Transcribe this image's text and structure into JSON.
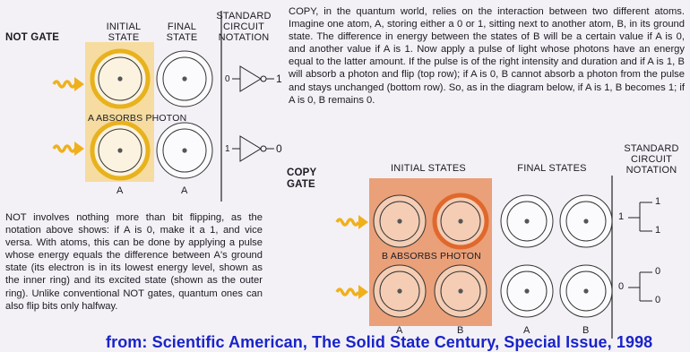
{
  "not_gate": {
    "title": "NOT GATE",
    "col_initial": "INITIAL STATE",
    "col_final": "FINAL STATE",
    "col_notation": "STANDARD CIRCUIT NOTATION",
    "caption": "A ABSORBS PHOTON",
    "row1_in": "0",
    "row1_out": "1",
    "row2_in": "1",
    "row2_out": "0",
    "label_a1": "A",
    "label_a2": "A"
  },
  "not_paragraph": "NOT involves nothing more than bit flipping, as the notation above shows: if A is 0, make it a 1, and vice versa. With atoms, this can be done by applying a pulse whose energy equals the difference between A's ground state (its electron is in its lowest energy level, shown as the inner ring) and its excited state (shown as the outer ring). Unlike conventional NOT gates, quantum ones can also flip bits only halfway.",
  "copy_paragraph": "COPY, in the quantum world, relies on the interaction between two different atoms. Imagine one atom, A, storing either a 0 or 1, sitting next to another atom, B, in its ground state. The difference in energy between the states of B will be a certain value if A is 0, and another value if A is 1. Now apply a pulse of light whose photons have an energy equal to the latter amount. If the pulse is of the right intensity and duration and if A is 1, B will absorb a photon and flip (top row); if A is 0, B cannot absorb a photon from the pulse and stays unchanged (bottom row). So, as in the diagram below, if A is 1, B becomes 1; if A is 0, B remains 0.",
  "copy_gate": {
    "title": "COPY GATE",
    "col_initial": "INITIAL STATES",
    "col_final": "FINAL STATES",
    "col_notation": "STANDARD CIRCUIT NOTATION",
    "caption": "B ABSORBS PHOTON",
    "row1_in": "1",
    "row1_out_a": "1",
    "row1_out_b": "1",
    "row2_in": "0",
    "row2_out_a": "0",
    "row2_out_b": "0",
    "labels": [
      "A",
      "B",
      "A",
      "B"
    ]
  },
  "source_credit": "from: Scientific American, The Solid State Century, Special Issue, 1998",
  "colors": {
    "highlight_bg": "#f6dca0",
    "yellow_ring": "#e8b21e",
    "orange_bg": "#eaa078",
    "orange_ring": "#e0682c",
    "photon": "#f0b01c",
    "link_blue": "#1a24c8"
  }
}
